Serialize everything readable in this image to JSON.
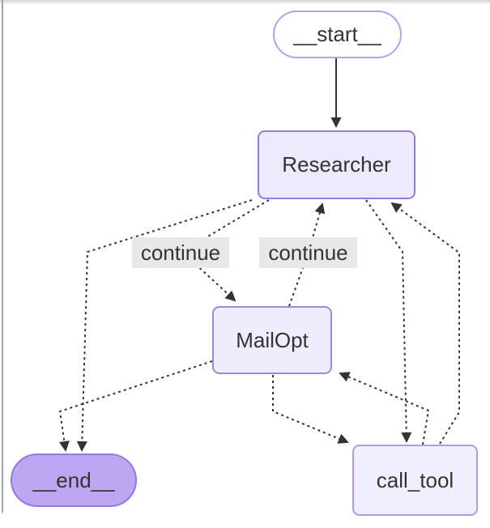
{
  "diagram": {
    "type": "state-graph",
    "background": "#ffffff",
    "edge_color": "#333333",
    "edge_label_bg": "#e8e8e8",
    "nodes": {
      "start": {
        "label": "__start__",
        "shape": "pill",
        "fill": "#ffffff",
        "border": "#b5a0ee",
        "text_color": "#333333"
      },
      "researcher": {
        "label": "Researcher",
        "shape": "rounded-rect",
        "fill": "#eceafc",
        "border": "#9a78dc",
        "text_color": "#333333"
      },
      "mailopt": {
        "label": "MailOpt",
        "shape": "rounded-rect",
        "fill": "#efedfc",
        "border": "#a088e0",
        "text_color": "#333333"
      },
      "end": {
        "label": "__end__",
        "shape": "pill",
        "fill": "#bda7f2",
        "border": "#9578de",
        "text_color": "#333333"
      },
      "call_tool": {
        "label": "call_tool",
        "shape": "rounded-rect",
        "fill": "#f1effd",
        "border": "#af99ea",
        "text_color": "#333333"
      }
    },
    "edges": [
      {
        "from": "__start__",
        "to": "Researcher",
        "style": "solid",
        "label": ""
      },
      {
        "from": "Researcher",
        "to": "MailOpt",
        "style": "dotted",
        "label": "continue"
      },
      {
        "from": "MailOpt",
        "to": "Researcher",
        "style": "dotted",
        "label": "continue"
      },
      {
        "from": "Researcher",
        "to": "__end__",
        "style": "dotted",
        "label": ""
      },
      {
        "from": "Researcher",
        "to": "call_tool",
        "style": "dotted",
        "label": ""
      },
      {
        "from": "MailOpt",
        "to": "__end__",
        "style": "dotted",
        "label": ""
      },
      {
        "from": "MailOpt",
        "to": "call_tool",
        "style": "dotted",
        "label": ""
      },
      {
        "from": "call_tool",
        "to": "MailOpt",
        "style": "dotted",
        "label": ""
      },
      {
        "from": "call_tool",
        "to": "Researcher",
        "style": "dotted",
        "label": ""
      }
    ]
  }
}
